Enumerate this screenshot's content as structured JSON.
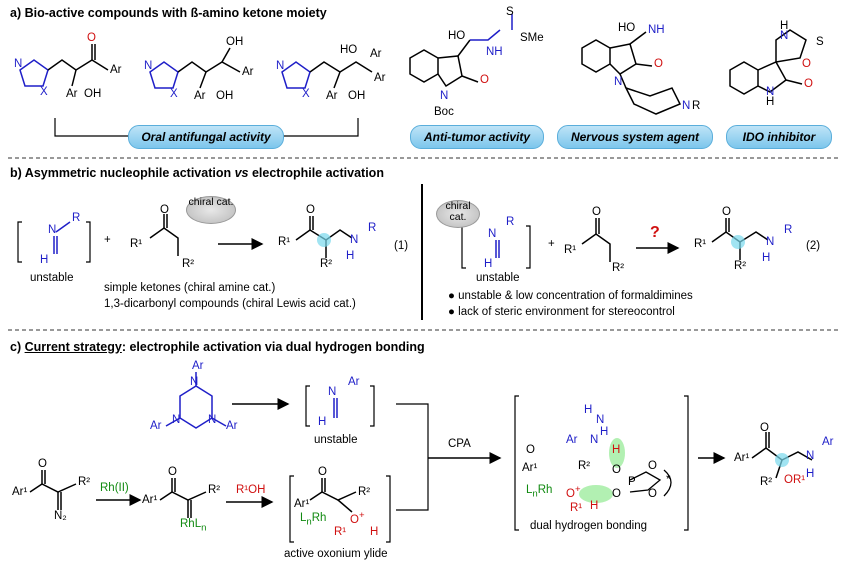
{
  "section_a": {
    "title": "a) Bio-active compounds with ß-amino ketone moiety",
    "pills": {
      "oral": "Oral antifungal activity",
      "antitumor": "Anti-tumor activity",
      "nervous": "Nervous system agent",
      "ido": "IDO inhibitor"
    },
    "labels": {
      "ar": "Ar",
      "oh": "OH",
      "o": "O",
      "n": "N",
      "x": "X",
      "ho": "HO",
      "nh": "NH",
      "nh2": "NH",
      "boc": "Boc",
      "sme": "SMe",
      "s": "S",
      "r": "R",
      "h": "H"
    }
  },
  "section_b": {
    "title_pre": "b) Asymmetric nucleophile activation ",
    "title_vs": "vs",
    "title_post": " electrophile activation",
    "chiral_cat": "chiral cat.",
    "unstable": "unstable",
    "note1": "simple ketones (chiral amine cat.)",
    "note2": "1,3-dicarbonyl compounds (chiral Lewis acid cat.)",
    "eq1": "(1)",
    "eq2": "(2)",
    "bullet1": "unstable & low concentration of formaldimines",
    "bullet2": "lack of steric environment for stereocontrol",
    "question": "?"
  },
  "section_c": {
    "title_prefix": "c) ",
    "title_underlined": "Current strategy",
    "title_rest": ": electrophile activation via dual hydrogen bonding",
    "unstable": "unstable",
    "rh": "Rh(II)",
    "r1oh": "R¹OH",
    "cpa": "CPA",
    "ylide": "active oxonium ylide",
    "dual": "dual hydrogen bonding"
  }
}
